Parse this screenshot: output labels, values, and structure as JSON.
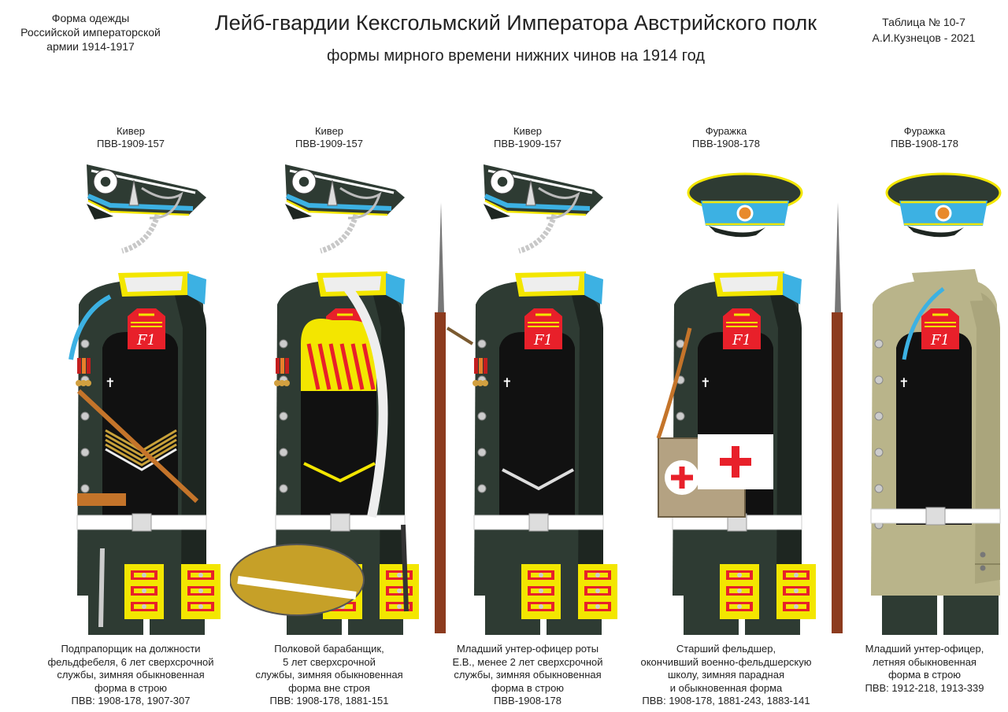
{
  "header": {
    "left_lines": [
      "Форма одежды",
      "Российской императорской",
      "армии  1914-1917"
    ],
    "title": "Лейб-гвардии Кексгольмский Императора Австрийского полк",
    "subtitle": "формы мирного времени нижних чинов  на 1914 год",
    "right_lines": [
      "Таблица № 10-7",
      "А.И.Кузнецов - 2021"
    ]
  },
  "colors": {
    "tunic": "#2e3b33",
    "tunic_dark": "#1e2621",
    "summer_tunic": "#b9b48a",
    "trim_yellow": "#f3e600",
    "shoulder_red": "#e8202a",
    "facing_blue": "#3cb1e3",
    "belt_white": "#ffffff",
    "leather": "#c4742a"
  },
  "emblem": {
    "cipher": "F1"
  },
  "figures": [
    {
      "headgear": [
        "Кивер",
        "ПВВ-1909-157"
      ],
      "headgear_type": "shako",
      "variant": "sergeant-major",
      "caption": [
        "Подпрапорщик на должности",
        "фельдфебеля,  6 лет сверхсрочной",
        "службы, зимняя обыкновенная",
        "форма в строю",
        "ПВВ: 1908-178, 1907-307"
      ]
    },
    {
      "headgear": [
        "Кивер",
        "ПВВ-1909-157"
      ],
      "headgear_type": "shako",
      "variant": "drummer",
      "caption": [
        "Полковой барабанщик,",
        "5 лет сверхсрочной",
        "службы, зимняя обыкновенная",
        "форма вне строя",
        "ПВВ: 1908-178, 1881-151"
      ]
    },
    {
      "headgear": [
        "Кивер",
        "ПВВ-1909-157"
      ],
      "headgear_type": "shako",
      "variant": "nco-rifle",
      "caption": [
        "Младший унтер-офицер роты",
        "Е.В., менее 2 лет сверхсрочной",
        "службы, зимняя обыкновенная",
        "форма в строю",
        "ПВВ-1908-178"
      ]
    },
    {
      "headgear": [
        "Фуражка",
        "ПВВ-1908-178"
      ],
      "headgear_type": "cap",
      "variant": "medic",
      "caption": [
        "Старший фельдшер,",
        "окончивший военно-фельдшерскую",
        "школу, зимняя парадная",
        "и обыкновенная форма",
        "ПВВ: 1908-178, 1881-243, 1883-141"
      ]
    },
    {
      "headgear": [
        "Фуражка",
        "ПВВ-1908-178"
      ],
      "headgear_type": "cap",
      "variant": "summer",
      "caption": [
        "Младший унтер-офицер,",
        "летняя обыкновенная",
        "форма в строю",
        "ПВВ: 1912-218, 1913-339"
      ]
    }
  ]
}
